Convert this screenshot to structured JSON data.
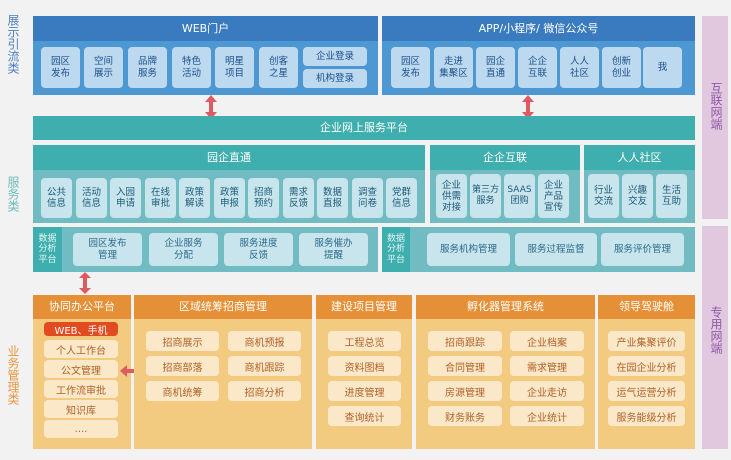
{
  "layer_labels": {
    "display": "展示引流类",
    "service": "服务类",
    "business": "业务管理类"
  },
  "side_labels": {
    "internet": "互联网端",
    "private": "专用网端"
  },
  "web_portal": {
    "title": "WEB门户",
    "tiles": [
      "园区\n发布",
      "空间\n展示",
      "品牌\n服务",
      "特色\n活动",
      "明星\n项目",
      "创客\n之星"
    ],
    "logins": [
      "企业登录",
      "机构登录"
    ]
  },
  "app_portal": {
    "title": "APP/小程序/ 微信公众号",
    "tiles": [
      "园区\n发布",
      "走进\n集聚区",
      "园企\n直通",
      "企企\n互联",
      "人人\n社区",
      "创新\n创业",
      "我"
    ]
  },
  "platform_bar": {
    "title": "企业网上服务平台"
  },
  "park_direct": {
    "title": "园企直通",
    "tiles": [
      "公共\n信息",
      "活动\n信息",
      "入园\n申请",
      "在线\n审批",
      "政策\n解读",
      "政策\n申报",
      "招商\n预约",
      "需求\n反馈",
      "数据\n直报",
      "调查\n问卷",
      "党群\n信息"
    ]
  },
  "enterprise_interconnect": {
    "title": "企企互联",
    "tiles": [
      "企业\n供需\n对接",
      "第三方\n服务",
      "SAAS\n团购",
      "企业\n产品\n宣传"
    ]
  },
  "community": {
    "title": "人人社区",
    "tiles": [
      "行业\n交流",
      "兴趣\n交友",
      "生活\n互助"
    ]
  },
  "data_platform_left": {
    "label": "数据\n分析\n平台",
    "tiles": [
      "园区发布\n管理",
      "企业服务\n分配",
      "服务进度\n反馈",
      "服务催办\n提醒"
    ]
  },
  "data_platform_right": {
    "label": "数据\n分析\n平台",
    "tiles": [
      "服务机构管理",
      "服务过程监督",
      "服务评价管理"
    ]
  },
  "office_platform": {
    "title": "协同办公平台",
    "highlight": "WEB、手机",
    "items": [
      "个人工作台",
      "公文管理",
      "工作流审批",
      "知识库",
      "...."
    ]
  },
  "regional_investment": {
    "title": "区域统筹招商管理",
    "items": [
      "招商展示",
      "商机预报",
      "招商部落",
      "商机跟踪",
      "商机统筹",
      "招商分析"
    ]
  },
  "construction": {
    "title": "建设项目管理",
    "items": [
      "工程总览",
      "资料图档",
      "进度管理",
      "查询统计"
    ]
  },
  "incubator": {
    "title": "孵化器管理系统",
    "items": [
      "招商跟踪",
      "企业档案",
      "合同管理",
      "需求管理",
      "房源管理",
      "企业走访",
      "财务账务",
      "企业统计"
    ]
  },
  "cockpit": {
    "title": "领导驾驶舱",
    "items": [
      "产业集聚评价",
      "在园企业分析",
      "运气运营分析",
      "服务能级分析"
    ]
  },
  "colors": {
    "blue_header": "#3a7bbf",
    "blue_body": "#4d98d3",
    "teal": "#3eaeae",
    "teal_body": "#70bcc2",
    "orange_header": "#e58f36",
    "orange_body": "#f2cb80",
    "highlight_red": "#e24a1f",
    "arrow_red": "#e05a64",
    "side_purple": "#e2c8df"
  }
}
